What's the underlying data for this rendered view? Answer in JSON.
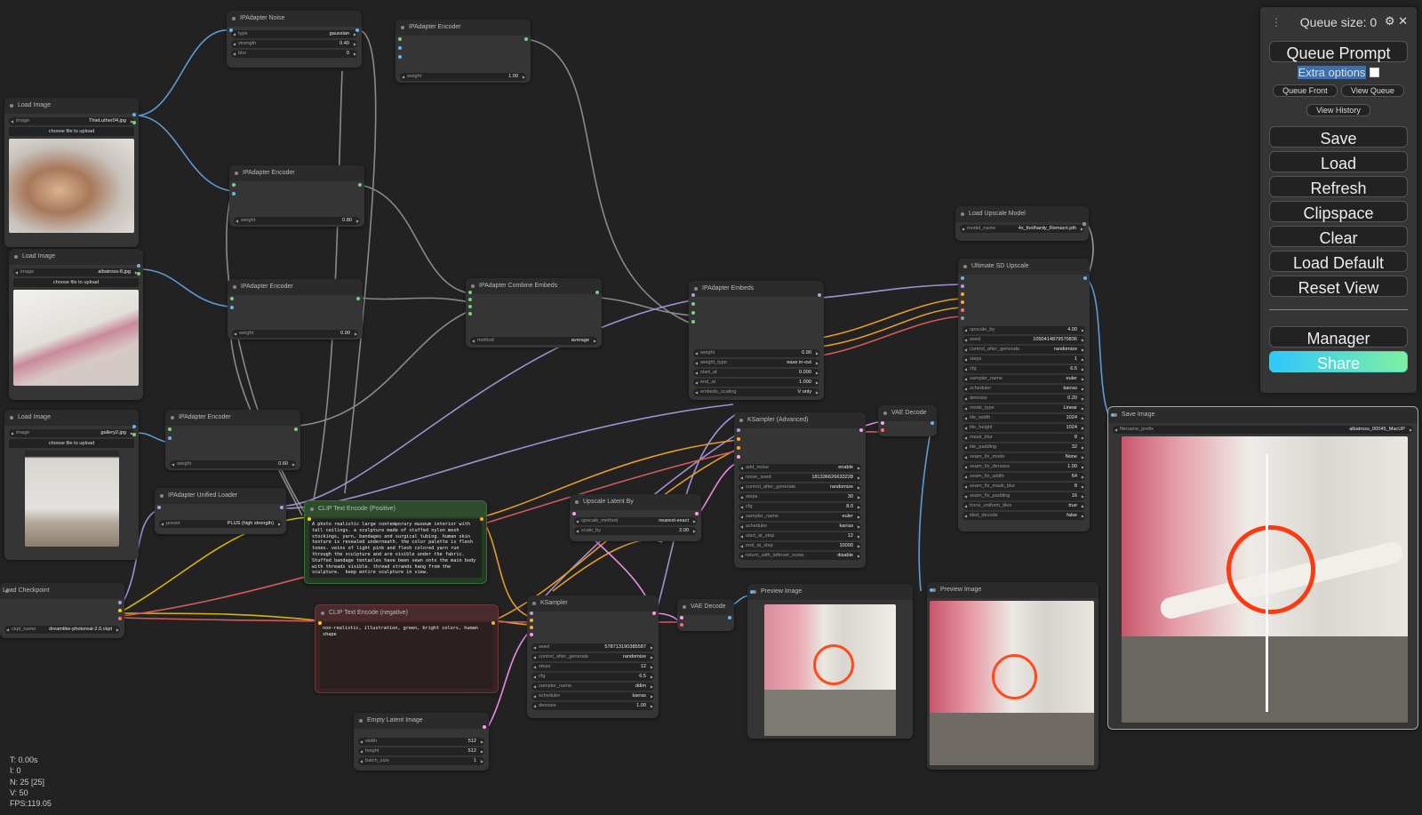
{
  "nodes": {
    "load_image_1": {
      "title": "Load Image",
      "image_label": "image",
      "image_value": "ThieLuther04.jpg",
      "upload_label": "choose file to upload"
    },
    "load_image_2": {
      "title": "Load Image",
      "image_label": "image",
      "image_value": "albatross-8.jpg",
      "upload_label": "choose file to upload"
    },
    "load_image_3": {
      "title": "Load Image",
      "image_label": "image",
      "image_value": "gallery2.jpg",
      "upload_label": "choose file to upload"
    },
    "ipadapter_noise": {
      "title": "IPAdapter Noise",
      "type_label": "type",
      "type_value": "gaussian",
      "strength_label": "strength",
      "strength_value": "0.40",
      "blur_label": "blur",
      "blur_value": "0"
    },
    "ipadapter_encoder_1": {
      "title": "IPAdapter Encoder",
      "weight_label": "weight",
      "weight_value": "1.00"
    },
    "ipadapter_encoder_2": {
      "title": "IPAdapter Encoder",
      "weight_label": "weight",
      "weight_value": "0.80"
    },
    "ipadapter_encoder_3": {
      "title": "IPAdapter Encoder",
      "weight_label": "weight",
      "weight_value": "0.90"
    },
    "ipadapter_encoder_4": {
      "title": "IPAdapter Encoder",
      "weight_label": "weight",
      "weight_value": "0.60"
    },
    "ipadapter_combine": {
      "title": "IPAdapter Combine Embeds",
      "method_label": "method",
      "method_value": "average"
    },
    "ipadapter_unified_loader": {
      "title": "IPAdapter Unified Loader",
      "preset_label": "preset",
      "preset_value": "PLUS (high strength)"
    },
    "ipadapter_embeds": {
      "title": "IPAdapter Embeds",
      "weight_label": "weight",
      "weight_value": "0.90",
      "weight_type_label": "weight_type",
      "weight_type_value": "ease in-out",
      "start_at_label": "start_at",
      "start_at_value": "0.000",
      "end_at_label": "end_at",
      "end_at_value": "1.000",
      "embeds_scaling_label": "embeds_scaling",
      "embeds_scaling_value": "V only"
    },
    "clip_positive": {
      "title": "CLIP Text Encode (Positive)",
      "text": "A photo realistic large contemporary museum interior with tall ceilings. a sculpture made of stuffed nylon mesh stockings, yarn, bandages and surgical tubing. human skin texture is revealed underneath. the color palette is flesh tones. veins of light pink and flesh colored yarn run through the sculpture and are visible under the fabric. Stuffed bandage tentacles have been sewn onto the main body with threads visible. thread strands hang from the sculpture.  keep entire sculpture in view."
    },
    "clip_negative": {
      "title": "CLIP Text Encode (negative)",
      "text": "non-realistic, illustration, green, bright colors, human shape"
    },
    "load_checkpoint": {
      "title": "Load Checkpoint",
      "ckpt_label": "ckpt_name",
      "ckpt_value": "dreamlike-photoreal-2.0.ckpt"
    },
    "empty_latent": {
      "title": "Empty Latent Image",
      "width_label": "width",
      "width_value": "512",
      "height_label": "height",
      "height_value": "512",
      "batch_label": "batch_size",
      "batch_value": "1"
    },
    "ksampler": {
      "title": "KSampler",
      "seed_label": "seed",
      "seed_value": "578713190385587",
      "cag_label": "control_after_generate",
      "cag_value": "randomize",
      "steps_label": "steps",
      "steps_value": "12",
      "cfg_label": "cfg",
      "cfg_value": "6.5",
      "sampler_label": "sampler_name",
      "sampler_value": "ddim",
      "scheduler_label": "scheduler",
      "scheduler_value": "karras",
      "denoise_label": "denoise",
      "denoise_value": "1.00"
    },
    "ksampler_adv": {
      "title": "KSampler (Advanced)",
      "add_noise_label": "add_noise",
      "add_noise_value": "enable",
      "noise_seed_label": "noise_seed",
      "noise_seed_value": "181336626633228",
      "cag_label": "control_after_generate",
      "cag_value": "randomize",
      "steps_label": "steps",
      "steps_value": "30",
      "cfg_label": "cfg",
      "cfg_value": "8.0",
      "sampler_label": "sampler_name",
      "sampler_value": "euler",
      "scheduler_label": "scheduler",
      "scheduler_value": "karras",
      "start_label": "start_at_step",
      "start_value": "12",
      "end_label": "end_at_step",
      "end_value": "10000",
      "rwln_label": "return_with_leftover_noise",
      "rwln_value": "disable"
    },
    "upscale_latent": {
      "title": "Upscale Latent By",
      "method_label": "upscale_method",
      "method_value": "nearest-exact",
      "scale_label": "scale_by",
      "scale_value": "2.00"
    },
    "vae_decode_1": {
      "title": "VAE Decode"
    },
    "vae_decode_2": {
      "title": "VAE Decode"
    },
    "preview_1": {
      "title": "Preview Image"
    },
    "preview_2": {
      "title": "Preview Image"
    },
    "load_upscale_model": {
      "title": "Load Upscale Model",
      "model_label": "model_name",
      "model_value": "4x_foolhardy_Remacri.pth"
    },
    "ultimate_sd": {
      "title": "Ultimate SD Upscale",
      "rows": [
        {
          "k": "upscale_by",
          "v": "4.00"
        },
        {
          "k": "seed",
          "v": "1050414879570836"
        },
        {
          "k": "control_after_generate",
          "v": "randomize"
        },
        {
          "k": "steps",
          "v": "1"
        },
        {
          "k": "cfg",
          "v": "6.5"
        },
        {
          "k": "sampler_name",
          "v": "euler"
        },
        {
          "k": "scheduler",
          "v": "karras"
        },
        {
          "k": "denoise",
          "v": "0.20"
        },
        {
          "k": "mode_type",
          "v": "Linear"
        },
        {
          "k": "tile_width",
          "v": "1024"
        },
        {
          "k": "tile_height",
          "v": "1024"
        },
        {
          "k": "mask_blur",
          "v": "8"
        },
        {
          "k": "tile_padding",
          "v": "32"
        },
        {
          "k": "seam_fix_mode",
          "v": "None"
        },
        {
          "k": "seam_fix_denoise",
          "v": "1.00"
        },
        {
          "k": "seam_fix_width",
          "v": "64"
        },
        {
          "k": "seam_fix_mask_blur",
          "v": "8"
        },
        {
          "k": "seam_fix_padding",
          "v": "16"
        },
        {
          "k": "force_uniform_tiles",
          "v": "true"
        },
        {
          "k": "tiled_decode",
          "v": "false"
        }
      ]
    },
    "save_image": {
      "title": "Save Image",
      "prefix_label": "filename_prefix",
      "prefix_value": "albatross_00045_MacUP"
    }
  },
  "panel": {
    "queue_size": "Queue size: 0",
    "queue_prompt": "Queue Prompt",
    "extra_options": "Extra options",
    "queue_front": "Queue Front",
    "view_queue": "View Queue",
    "view_history": "View History",
    "save": "Save",
    "load": "Load",
    "refresh": "Refresh",
    "clipspace": "Clipspace",
    "clear": "Clear",
    "load_default": "Load Default",
    "reset_view": "Reset View",
    "manager": "Manager",
    "share": "Share"
  },
  "stats": {
    "t": "T: 0.00s",
    "i": "I: 0",
    "n": "N: 25 [25]",
    "v": "V: 50",
    "fps": "FPS:119.05"
  },
  "colors": {
    "canvas": "#222222",
    "node": "#353535",
    "clip_positive": "#233d23",
    "clip_negative": "#3a2222",
    "model_wire": "#b39ddb",
    "clip_wire": "#ffd500",
    "conditioning_wire": "#ffa931",
    "latent_wire": "#ff9cf9",
    "vae_wire": "#ff6e6e",
    "image_wire": "#64b5f6",
    "embeds_wire": "#a0a0a0",
    "share_gradient": [
      "#2ec7ff",
      "#7ff0a0"
    ]
  }
}
